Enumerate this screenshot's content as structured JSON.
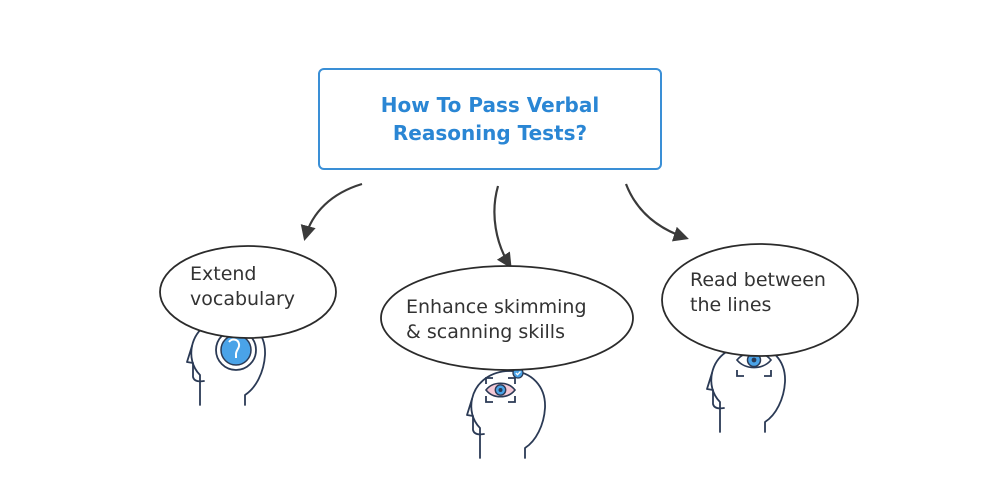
{
  "title": "How To Pass Verbal Reasoning Tests?",
  "tips": [
    {
      "label_line1": "Extend",
      "label_line2": "vocabulary",
      "icon": "head-speech-icon"
    },
    {
      "label_line1": "Enhance skimming",
      "label_line2": "& scanning skills",
      "icon": "head-focus-eye-icon"
    },
    {
      "label_line1": "Read between",
      "label_line2": "the lines",
      "icon": "head-eye-icon"
    }
  ],
  "colors": {
    "accent": "#2a86d4",
    "accent_light": "#4aa3e8",
    "outline": "#2b3a55",
    "arrow": "#3a3a3a",
    "text": "#333333"
  }
}
